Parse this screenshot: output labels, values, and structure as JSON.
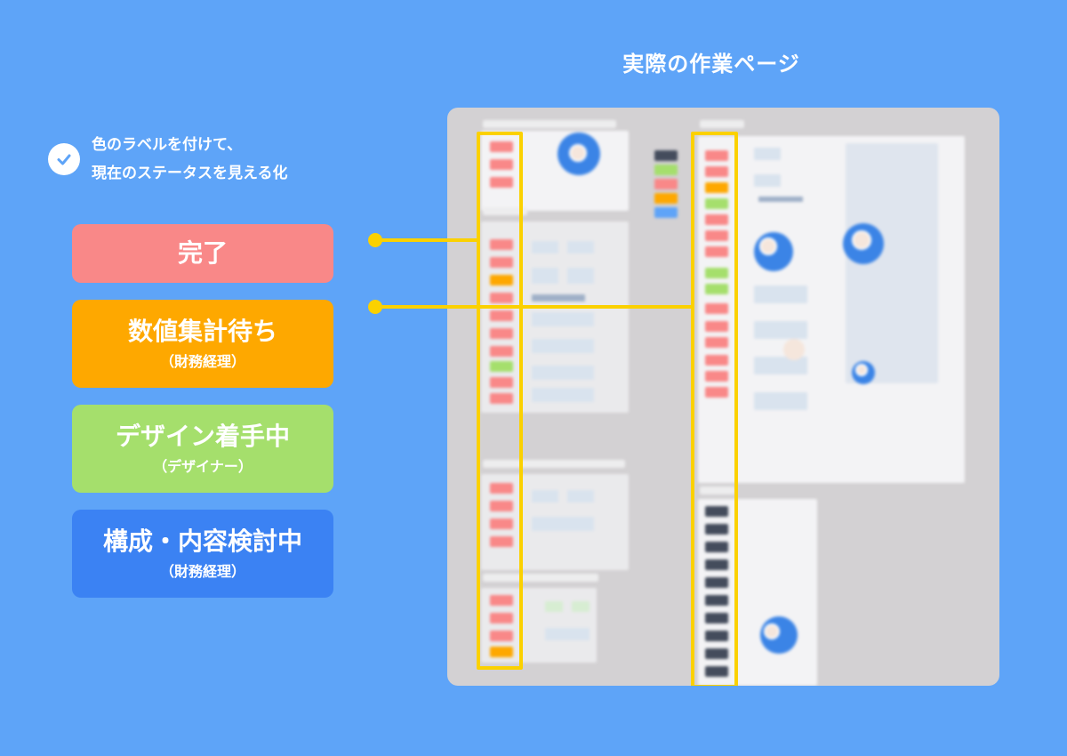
{
  "header": {
    "title": "実際の作業ページ"
  },
  "intro": {
    "line1": "色のラベルを付けて、",
    "line2": "現在のステータスを見える化",
    "icon": "check-circle-icon"
  },
  "statuses": [
    {
      "label": "完了",
      "sub": "",
      "color": "#f98888"
    },
    {
      "label": "数値集計待ち",
      "sub": "（財務経理）",
      "color": "#fea800"
    },
    {
      "label": "デザイン着手中",
      "sub": "（デザイナー）",
      "color": "#a5df6c"
    },
    {
      "label": "構成・内容検討中",
      "sub": "（財務経理）",
      "color": "#3b82f3"
    }
  ],
  "colors": {
    "background": "#5ea4f8",
    "highlight": "#fbd100",
    "workspace_bg": "#d3d1d3",
    "dark_tag": "#444c5c"
  }
}
